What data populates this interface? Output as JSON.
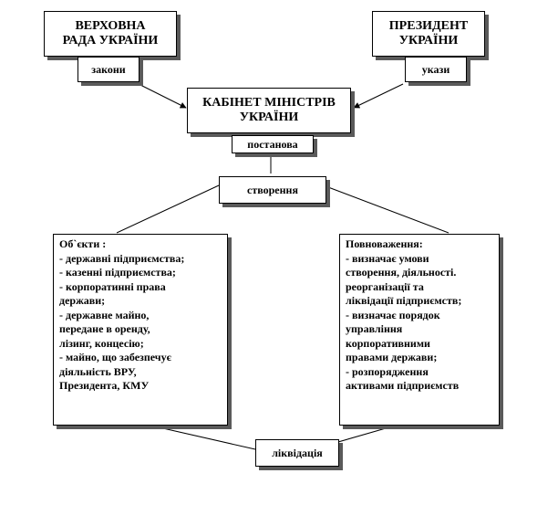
{
  "boxes": {
    "verkhovna_rada": {
      "lines": [
        "ВЕРХОВНА",
        "РАДА УКРАЇНИ"
      ]
    },
    "prezydent": {
      "lines": [
        "ПРЕЗИДЕНТ",
        "УКРАЇНИ"
      ]
    },
    "zakony": "закони",
    "ukazy": "укази",
    "kabinet": {
      "lines": [
        "КАБІНЕТ МІНІСТРІВ",
        "УКРАЇНИ"
      ]
    },
    "postanova": "постанова",
    "stvorennia": "створення",
    "likvidatsiia": "ліквідація"
  },
  "objects": {
    "lines": [
      "Об`єкти :",
      "- державні підприємства;",
      "- казенні підприємства;",
      "- корпоратинні права",
      "держави;",
      "- державне майно,",
      "передане в оренду,",
      "лізинг, концесію;",
      "- майно, що забезпечує",
      "діяльність  ВРУ,",
      "Президента, КМУ"
    ]
  },
  "powers": {
    "lines": [
      "Повноваження:",
      "- визначає умови",
      "створення, діяльності.",
      "реорганізації  та",
      "ліквідації  підприємств;",
      "- визначає порядок",
      "управління",
      "корпоративними",
      "правами держави;",
      "- розпорядження",
      "активами підприємств"
    ]
  }
}
